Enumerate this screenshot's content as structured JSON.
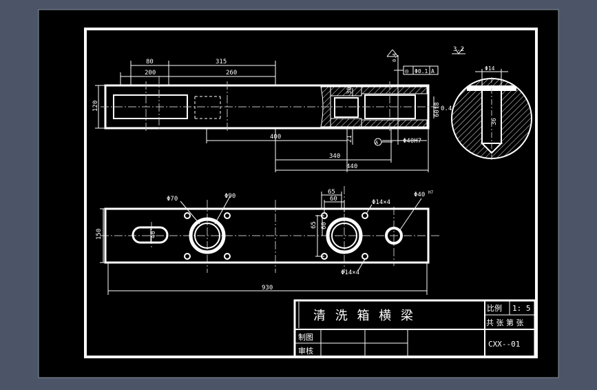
{
  "colors": {
    "background": "#4b5567",
    "canvas": "#000000",
    "frame": "#ffffff",
    "dimension": "#ffffff",
    "centerline": "#c0c0c0",
    "hatch": "#ffffff"
  },
  "dimensions": {
    "d80": "80",
    "d315": "315",
    "d200": "200",
    "d260": "260",
    "d120": "120",
    "d400": "400",
    "d340": "340",
    "d440": "440",
    "d30": "30",
    "d21": "21",
    "d60f8": "60f8",
    "d0_4": "0.4",
    "d40h7": "Φ40H7",
    "dA": "A",
    "d0_4v": "0.4",
    "tol_sym": "◎",
    "tol_val": "Φ0.1",
    "tol_ref": "A",
    "rough": "3.2",
    "p14": "Φ14",
    "p36": "36",
    "d70": "Φ70",
    "d90": "Φ90",
    "d65": "65",
    "d60": "60",
    "d65v": "65",
    "d60v": "60",
    "d14x4": "Φ14×4",
    "d40n": "Φ40",
    "d40sup": "H7",
    "d150": "150",
    "d40slot": "40",
    "d14x4b": "Φ14×4",
    "d930": "930"
  },
  "title_block": {
    "title": "清 洗 箱 横 梁",
    "scale_label": "比例",
    "scale_value": "1: 5",
    "sheets": "共 张 第 张",
    "drawn": "制图",
    "checked": "审核",
    "code": "CXX--01"
  }
}
